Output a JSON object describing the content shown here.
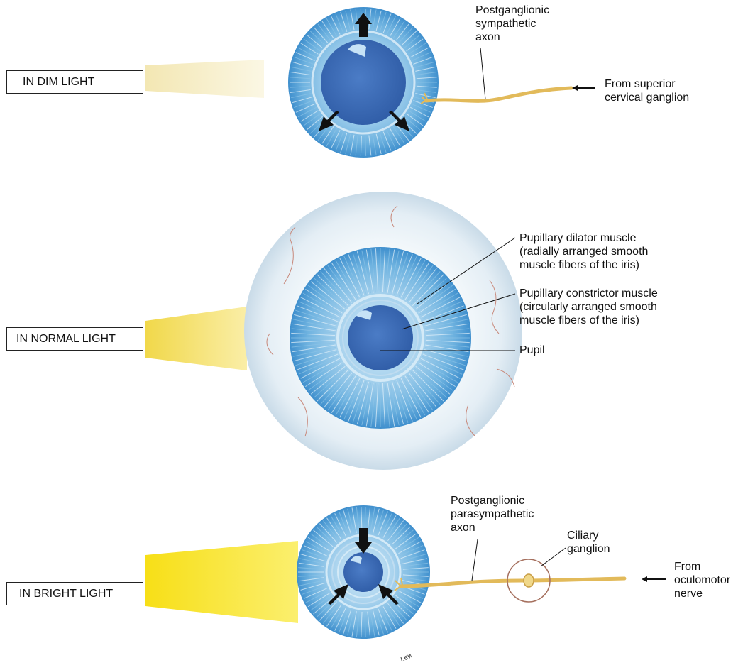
{
  "panels": {
    "dim": {
      "condition": "IN DIM LIGHT",
      "axon_label": "Postganglionic\nsympathetic\naxon",
      "source_label": "From superior\ncervical ganglion"
    },
    "normal": {
      "condition": "IN NORMAL LIGHT",
      "dilator_label": "Pupillary dilator muscle\n(radially arranged smooth\nmuscle fibers of the iris)",
      "constrictor_label": "Pupillary constrictor muscle\n(circularly arranged smooth\nmuscle fibers of the iris)",
      "pupil_label": "Pupil"
    },
    "bright": {
      "condition": "IN BRIGHT LIGHT",
      "axon_label": "Postganglionic\nparasympathetic\naxon",
      "ganglion_label": "Ciliary\nganglion",
      "source_label": "From\noculomotor\nnerve"
    }
  },
  "signature": "Lew",
  "colors": {
    "iris_outer": "#5aa6d8",
    "iris_inner": "#a9d3ee",
    "pupil": "#3b68b4",
    "nerve": "#e7c164",
    "light_dim": "#f6efc6",
    "light_normal": "#f3de4d",
    "light_bright": "#f7e21d",
    "sclera": "#eef4f8",
    "ganglion_ring": "#a56f5d"
  }
}
